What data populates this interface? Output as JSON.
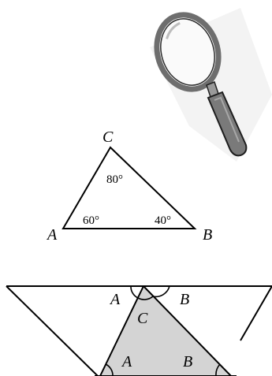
{
  "magnifier": {
    "icon": "magnifying-glass-icon"
  },
  "triangle": {
    "vertex_a": "A",
    "vertex_b": "B",
    "vertex_c": "C",
    "angle_a": "60°",
    "angle_b": "40°",
    "angle_c": "80°"
  },
  "parallelogram": {
    "top_left_angle": "A",
    "top_right_angle": "B",
    "top_middle_angle": "C",
    "bottom_left_angle": "A",
    "bottom_right_angle": "B"
  },
  "colors": {
    "fill": "#d4d4d4",
    "stroke": "#000000",
    "lens_frame": "#6e6e6e",
    "handle": "#7a7a7a"
  }
}
